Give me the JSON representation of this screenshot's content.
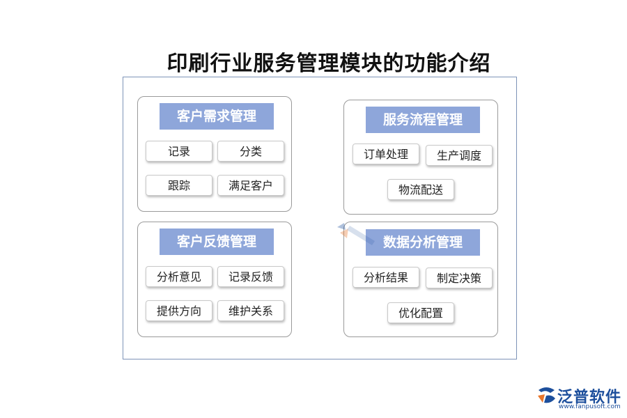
{
  "title": "印刷行业服务管理模块的功能介绍",
  "modules": [
    {
      "heading": "客户需求管理",
      "items": [
        "记录",
        "分类",
        "跟踪",
        "满足客户"
      ]
    },
    {
      "heading": "服务流程管理",
      "items": [
        "订单处理",
        "生产调度",
        "物流配送"
      ]
    },
    {
      "heading": "客户反馈管理",
      "items": [
        "分析意见",
        "记录反馈",
        "提供方向",
        "维护关系"
      ]
    },
    {
      "heading": "数据分析管理",
      "items": [
        "分析结果",
        "制定决策",
        "优化配置"
      ]
    }
  ],
  "brand": {
    "name": "泛普软件",
    "url": "www.fanpusoft.com",
    "color": "#1d4f9c"
  },
  "colors": {
    "heading_bg": "#8ea6da",
    "frame_border": "#7d93b8"
  }
}
